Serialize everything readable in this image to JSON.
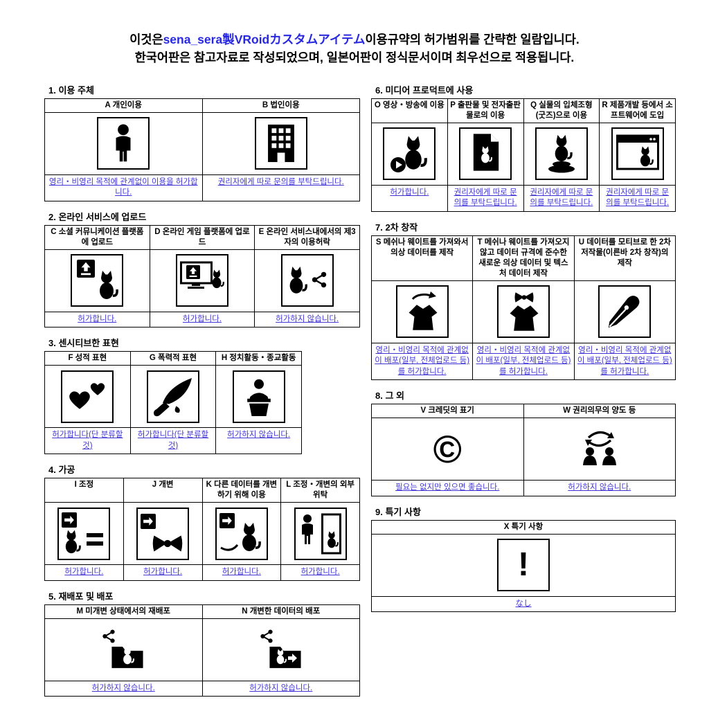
{
  "title": {
    "line1_prefix": "이것은",
    "line1_highlight": "sena_sera製VRoidカスタムアイテム",
    "line1_suffix": "이용규약의 허가범위를 간략한 일람입니다.",
    "line2": "한국어판은 참고자료로 작성되었으며, 일본어판이 정식문서이며 최우선으로 적용됩니다."
  },
  "colors": {
    "accent_blue": "#2828e0",
    "result_blue": "#4135d6",
    "border_black": "#000000"
  },
  "icons": {
    "copyright_glyph": "©",
    "exclamation_glyph": "!"
  },
  "sections": [
    {
      "heading": "1. 이용 주체",
      "items": [
        {
          "label": "A 개인이용",
          "icon": "person-icon",
          "result": "영리・비영리 목적에 관계없이 이용을 허가합니다."
        },
        {
          "label": "B 법인이용",
          "icon": "building-icon",
          "result": "권리자에게 따로 문의를 부탁드립니다."
        }
      ]
    },
    {
      "heading": "2. 온라인 서비스에 업로드",
      "items": [
        {
          "label": "C 소셜 커뮤니케이션 플랫폼에 업로드",
          "icon": "upload-cat-icon",
          "result": "허가합니다."
        },
        {
          "label": "D 온라인 게임 플랫폼에 업로드",
          "icon": "upload-monitor-icon",
          "result": "허가합니다."
        },
        {
          "label": "E 온라인 서비스내에서의 제3자의 이용허락",
          "icon": "cat-share-icon",
          "result": "허가하지 않습니다."
        }
      ]
    },
    {
      "heading": "3. 센시티브한 표현",
      "items": [
        {
          "label": "F 성적 표현",
          "icon": "hearts-icon",
          "result": "허가합니다(단 분류할 것)"
        },
        {
          "label": "G 폭력적 표현",
          "icon": "knife-icon",
          "result": "허가합니다(단 분류할 것)"
        },
        {
          "label": "H 정치활동・종교활동",
          "icon": "podium-speaker-icon",
          "result": "허가하지 않습니다."
        }
      ]
    },
    {
      "heading": "4. 가공",
      "items": [
        {
          "label": "I 조정",
          "icon": "adjust-arrow-equals-icon",
          "result": "허가합니다."
        },
        {
          "label": "J 개변",
          "icon": "modify-bow-icon",
          "result": "허가합니다."
        },
        {
          "label": "K 다른 데이터를 개변하기 위해 이용",
          "icon": "modify-other-data-icon",
          "result": "허가합니다."
        },
        {
          "label": "L 조정・개변의 외부위탁",
          "icon": "outsourcing-door-icon",
          "result": "허가합니다."
        }
      ]
    },
    {
      "heading": "5. 재배포 및 배포",
      "items": [
        {
          "label": "M 미개변 상태에서의 재배포",
          "icon": "share-folder-cat-icon",
          "result": "허가하지 않습니다."
        },
        {
          "label": "N 개변한 데이터의 배포",
          "icon": "share-folder-modified-icon",
          "result": "허가하지 않습니다."
        }
      ]
    },
    {
      "heading": "6. 미디어 프로덕트에 사용",
      "items": [
        {
          "label": "O 영상・방송에 이용",
          "icon": "video-play-cat-icon",
          "result": "허가합니다."
        },
        {
          "label": "P 출판물 및 전자출판물로의 이용",
          "icon": "publication-doc-cat-icon",
          "result": "권리자에게 따로 문의를 부탁드립니다."
        },
        {
          "label": "Q 실물의 입체조형(굿즈)으로 이용",
          "icon": "figurine-cat-icon",
          "result": "권리자에게 따로 문의를 부탁드립니다."
        },
        {
          "label": "R 제품개발 등에서 소프트웨어에 도입",
          "icon": "software-window-cat-icon",
          "result": "권리자에게 따로 문의를 부탁드립니다."
        }
      ]
    },
    {
      "heading": "7. 2차 창작",
      "items": [
        {
          "label": "S 메쉬나 웨이트를 가져와서 의상 데이터를 제작",
          "icon": "mesh-clothes-icon",
          "result": "영리・비영리 목적에 관계없이 배포(일부, 전체업로드 등)를 허가합니다."
        },
        {
          "label": "T 메쉬나 웨이트를 가져오지 않고 데이터 규격에 준수한 새로운 의상 데이터 및 텍스처 데이터 제작",
          "icon": "new-clothes-icon",
          "result": "영리・비영리 목적에 관계없이 배포(일부, 전체업로드 등)를 허가합니다."
        },
        {
          "label": "U 데이터를 모티브로 한 2차 저작물(이른바 2차 창작)의 제작",
          "icon": "pen-nib-icon",
          "result": "영리・비영리 목적에 관계없이 배포(일부, 전체업로드 등)를 허가합니다."
        }
      ]
    },
    {
      "heading": "8. 그 외",
      "items": [
        {
          "label": "V 크레딧의 표기",
          "icon": "copyright-icon",
          "result": "필요는 없지만 있으면 좋습니다."
        },
        {
          "label": "W 권리의무의 양도 등",
          "icon": "people-transfer-icon",
          "result": "허가하지 않습니다."
        }
      ]
    },
    {
      "heading": "9. 특기 사항",
      "items": [
        {
          "label": "X 특기 사항",
          "icon": "exclamation-icon",
          "result": "なし"
        }
      ]
    }
  ]
}
